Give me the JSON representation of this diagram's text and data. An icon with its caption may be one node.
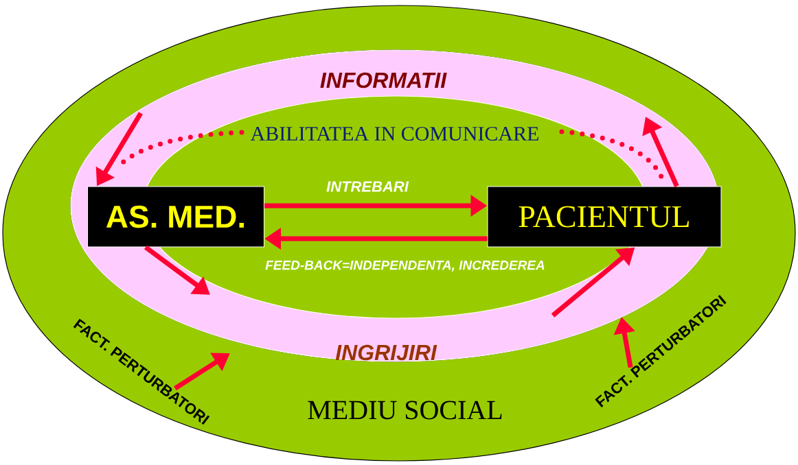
{
  "diagram": {
    "nodes": [
      {
        "text": [
          "AS. MED."
        ]
      },
      {
        "text": [
          "PACIENTUL"
        ]
      },
      {
        "text": [
          "FACT. PERTURBATORI"
        ]
      },
      {
        "text": [
          "FACT. PERTURBATORI"
        ]
      }
    ],
    "edges": [
      {
        "from": 0,
        "to": 1,
        "arrow": "to",
        "label": "INTREBARI"
      },
      {
        "from": 1,
        "to": 0,
        "arrow": "to",
        "label": "FEED-BACK=INDEPENDENTA, INCREDEREA"
      },
      {
        "from": null,
        "to": 0,
        "arrow": "to"
      },
      {
        "from": 1,
        "to": null,
        "arrow": "to"
      },
      {
        "from": 0,
        "to": null,
        "arrow": "to"
      },
      {
        "from": null,
        "to": 1,
        "arrow": "to"
      },
      {
        "from": 2,
        "to": null,
        "arrow": "to"
      },
      {
        "from": 3,
        "to": null,
        "arrow": "to"
      }
    ],
    "labels": [
      "INFORMATII",
      "ABILITATEA IN COMUNICARE",
      "INGRIJIRI",
      "MEDIU SOCIAL"
    ]
  }
}
